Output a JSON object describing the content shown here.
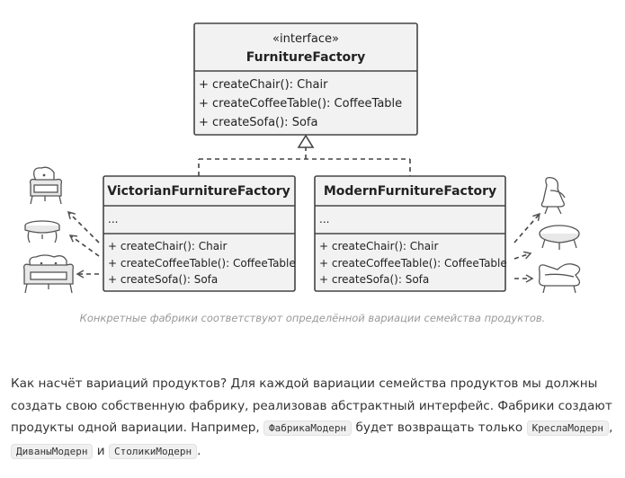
{
  "interface": {
    "stereotype": "«interface»",
    "name": "FurnitureFactory",
    "methods": [
      "+ createChair(): Chair",
      "+ createCoffeeTable(): CoffeeTable",
      "+ createSofa(): Sofa"
    ]
  },
  "victorian": {
    "name": "VictorianFurnitureFactory",
    "fields": "...",
    "methods": [
      "+ createChair(): Chair",
      "+ createCoffeeTable(): CoffeeTable",
      "+ createSofa(): Sofa"
    ]
  },
  "modern": {
    "name": "ModernFurnitureFactory",
    "fields": "...",
    "methods": [
      "+ createChair(): Chair",
      "+ createCoffeeTable(): CoffeeTable",
      "+ createSofa(): Sofa"
    ]
  },
  "icons": {
    "victorian": [
      "victorian-armchair-icon",
      "victorian-coffee-table-icon",
      "victorian-sofa-icon"
    ],
    "modern": [
      "modern-chair-icon",
      "modern-coffee-table-icon",
      "modern-sofa-icon"
    ]
  },
  "caption": "Конкретные фабрики соответствуют определённой вариации семейства продуктов.",
  "paragraph": {
    "t1": "Как насчёт вариаций продуктов? Для каждой вариации семейства продуктов мы должны создать свою собственную фабрику, реализовав абстрактный интерфейс. Фабрики создают продукты одной вариации. Например, ",
    "c1": "ФабрикаМодерн",
    "t2": " будет возвращать только ",
    "c2": "КреслаМодерн",
    "t3": ", ",
    "c3": "ДиваныМодерн",
    "t4": " и ",
    "c4": "СтоликиМодерн",
    "t5": "."
  }
}
